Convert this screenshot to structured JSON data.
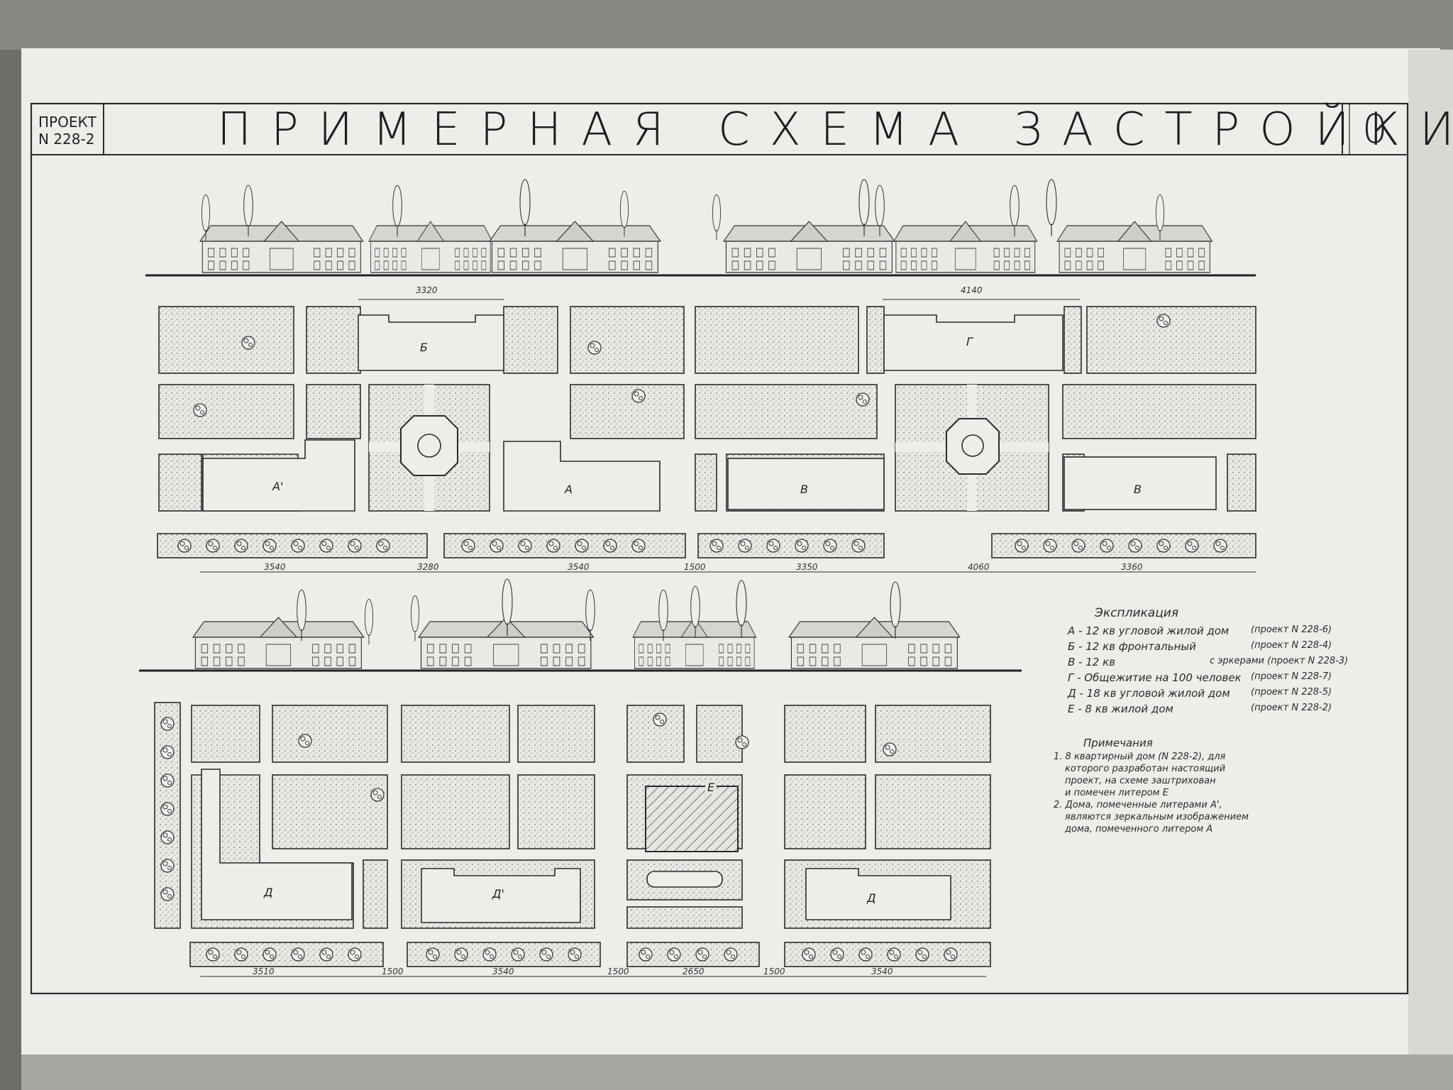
{
  "drawing": {
    "project_label_line1": "ПРОЕКТ",
    "project_label_line2": "N 228-2",
    "title": "ПРИМЕРНАЯ СХЕМА ЗАСТРОЙКИ",
    "sheet_number": "0"
  },
  "top_plan": {
    "dims_top": [
      "3320",
      "4140"
    ],
    "dims_bottom": [
      "3540",
      "3280",
      "3540",
      "1500",
      "3350",
      "4060",
      "3360"
    ],
    "block_letters": [
      "Б",
      "Г",
      "А'",
      "А",
      "В",
      "В"
    ]
  },
  "bottom_plan": {
    "dims_bottom": [
      "3510",
      "1500",
      "3540",
      "1500",
      "2650",
      "1500",
      "3540"
    ],
    "block_letters": [
      "Е",
      "Д",
      "Д'",
      "Д"
    ]
  },
  "legend": {
    "title": "Экспликация",
    "items": [
      {
        "left": "А - 12 кв  угловой жилой дом",
        "right": "(проект N 228-6)"
      },
      {
        "left": "Б - 12 кв  фронтальный",
        "right": "(проект N 228-4)"
      },
      {
        "left": "В - 12 кв",
        "right": "с эркерами (проект N 228-3)"
      },
      {
        "left": "Г - Общежитие на 100 человек",
        "right": "(проект N 228-7)"
      },
      {
        "left": "Д - 18 кв  угловой жилой дом",
        "right": "(проект N 228-5)"
      },
      {
        "left": "Е - 8 кв  жилой дом",
        "right": "(проект N 228-2)"
      }
    ]
  },
  "notes": {
    "title": "Примечания",
    "lines": [
      "1. 8 квартирный дом (N 228-2), для",
      "которого разработан настоящий",
      "проект, на схеме заштрихован",
      "и помечен литером Е",
      "2. Дома, помеченные литерами А',",
      "являются зеркальным изображением",
      "дома, помеченного литером А"
    ]
  },
  "icons": [
    "tree-icon",
    "fountain-icon",
    "hatch-pattern"
  ],
  "colors": {
    "paper": "#eeede9",
    "ink": "#2b2b2b",
    "backdrop": "#6f6d6a"
  }
}
